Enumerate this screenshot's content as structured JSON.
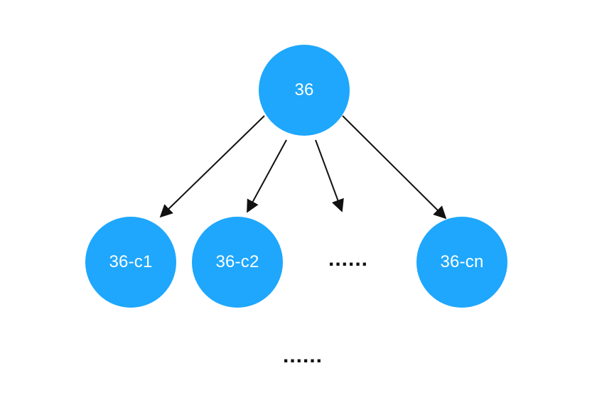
{
  "colors": {
    "node_fill": "#1ea7fd",
    "arrow": "#111111"
  },
  "nodes": {
    "root": "36",
    "child_1": "36-c1",
    "child_2": "36-c2",
    "child_n": "36-cn"
  },
  "ellipsis_row": "......",
  "ellipsis_bottom": "......"
}
